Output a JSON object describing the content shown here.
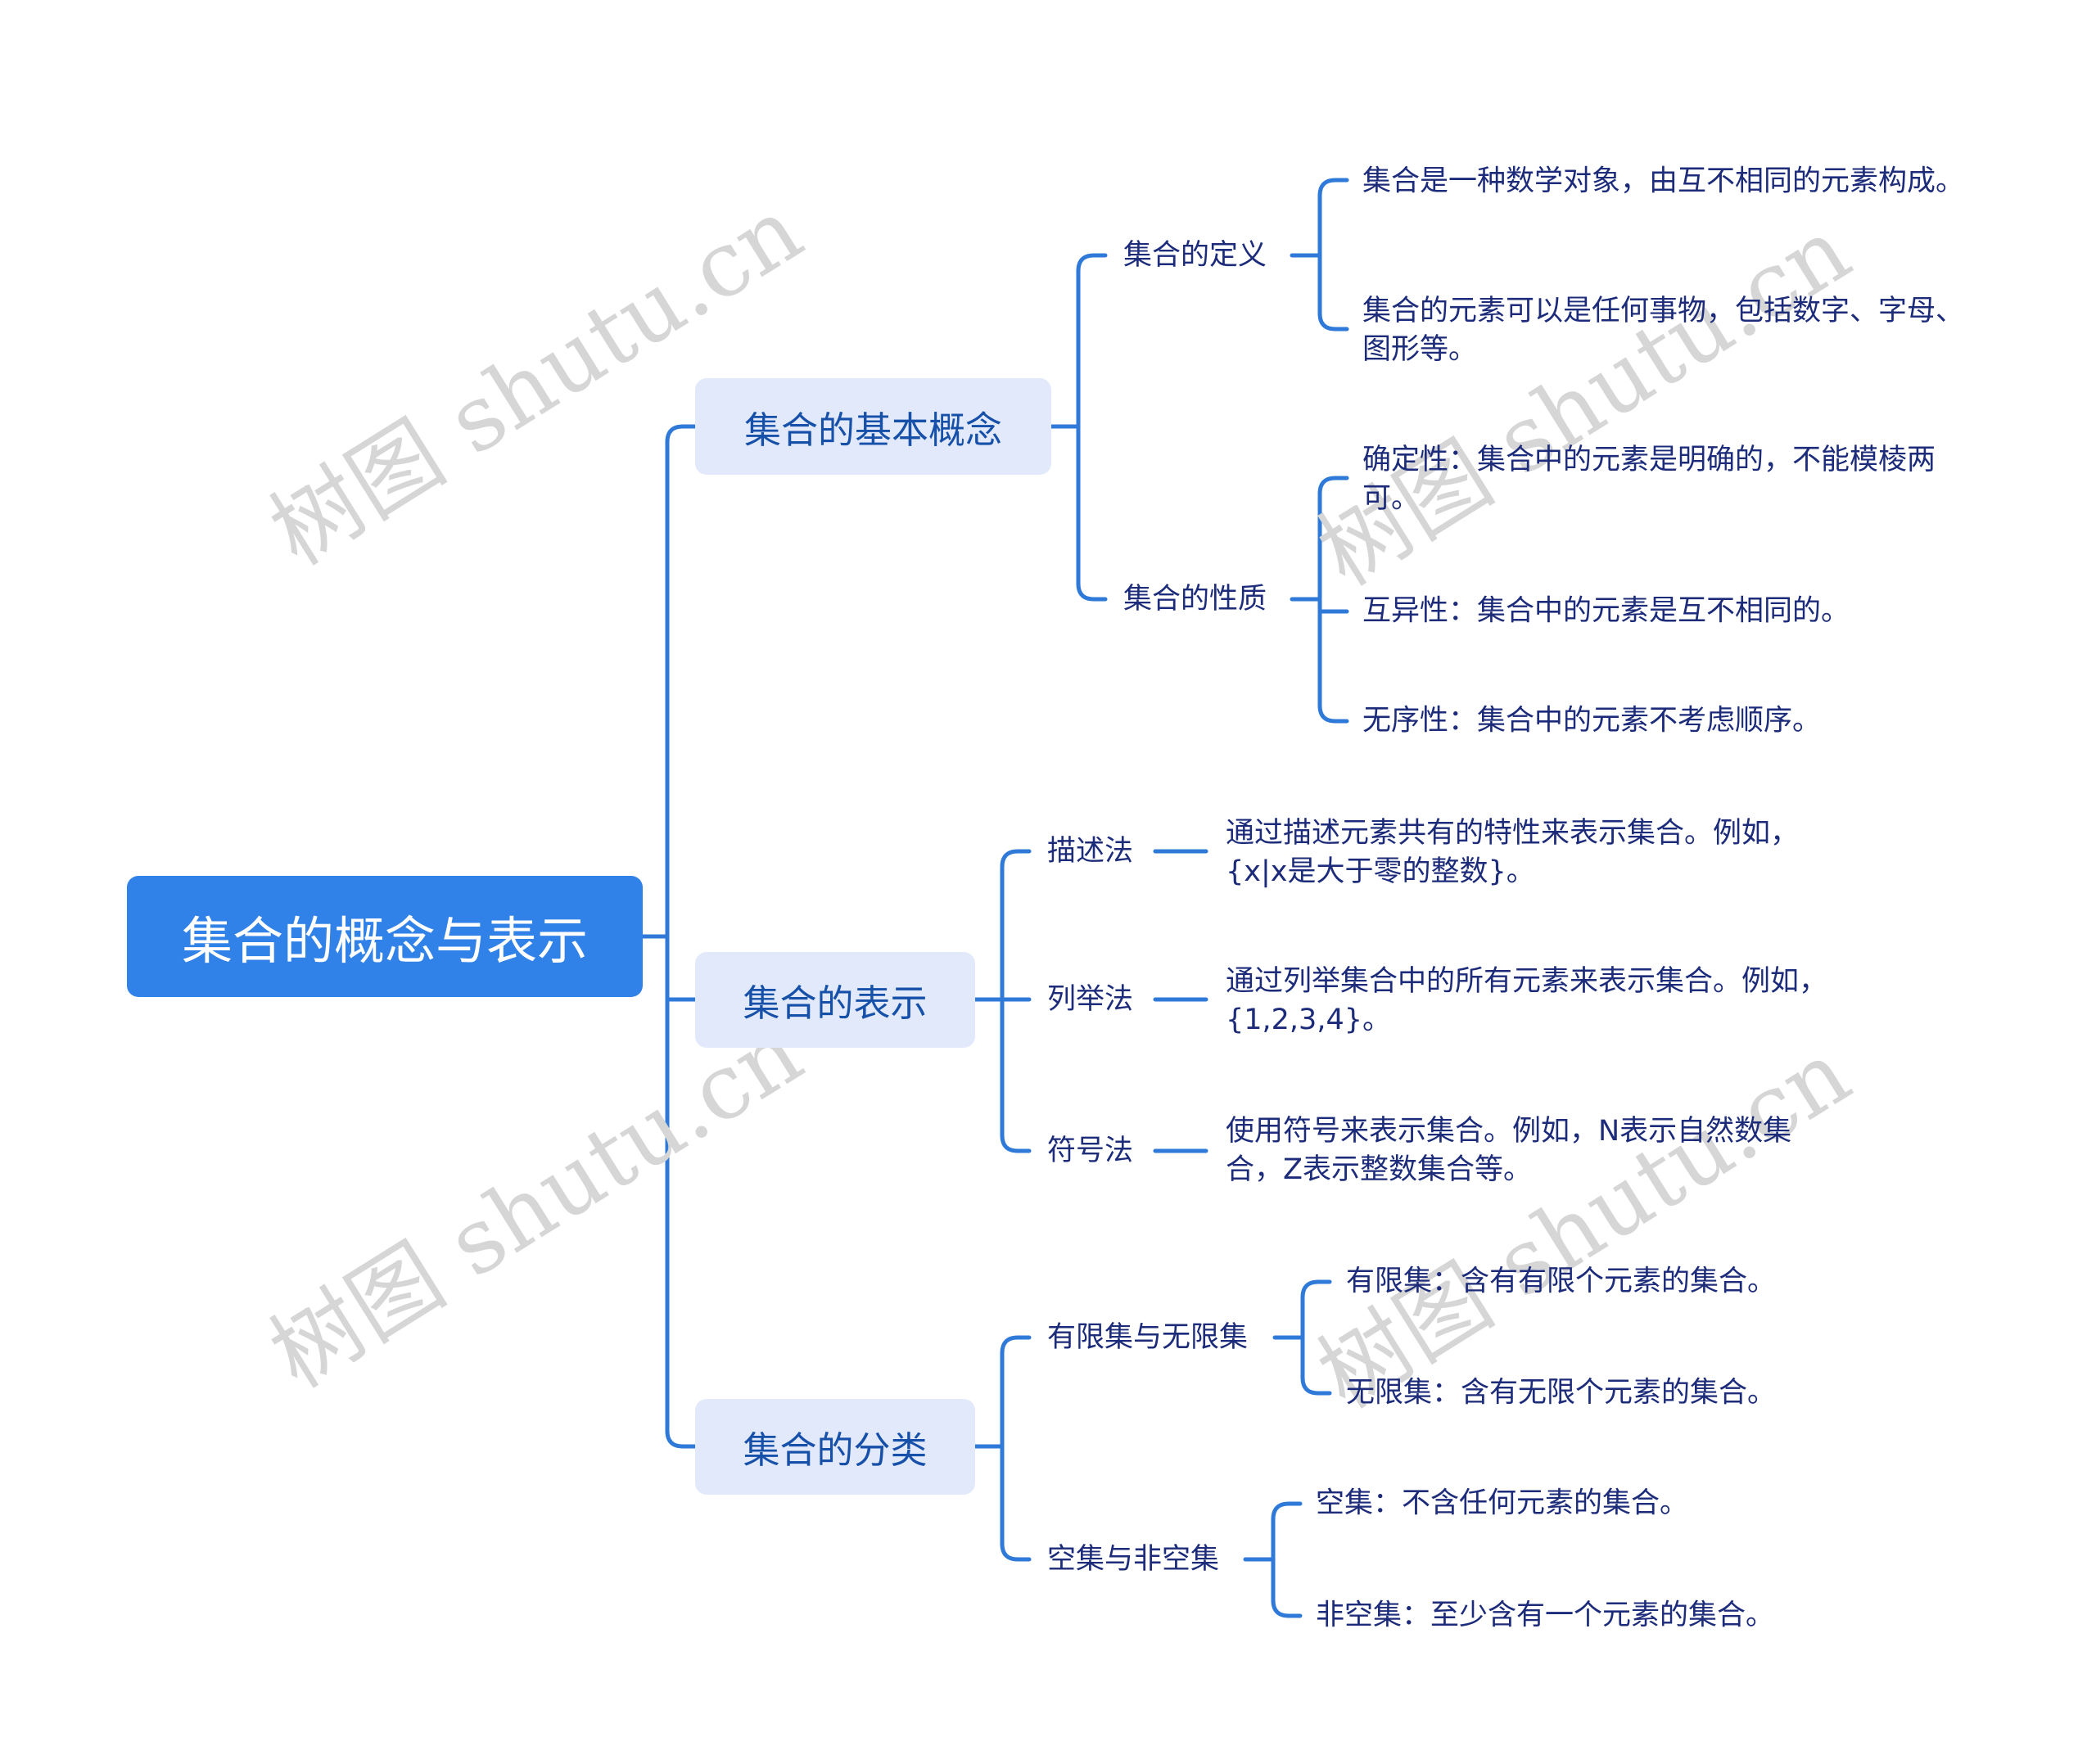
{
  "root": {
    "label": "集合的概念与表示"
  },
  "branches": [
    {
      "label": "集合的基本概念",
      "children": [
        {
          "label": "集合的定义",
          "children": [
            {
              "label": "集合是一种数学对象，由互不相同的元素构成。"
            },
            {
              "label": "集合的元素可以是任何事物，包括数字、字母、图形等。"
            }
          ]
        },
        {
          "label": "集合的性质",
          "children": [
            {
              "label": "确定性：集合中的元素是明确的，不能模棱两可。"
            },
            {
              "label": "互异性：集合中的元素是互不相同的。"
            },
            {
              "label": "无序性：集合中的元素不考虑顺序。"
            }
          ]
        }
      ]
    },
    {
      "label": "集合的表示",
      "children": [
        {
          "label": "描述法",
          "children": [
            {
              "label": "通过描述元素共有的特性来表示集合。例如，{x|x是大于零的整数}。"
            }
          ]
        },
        {
          "label": "列举法",
          "children": [
            {
              "label": "通过列举集合中的所有元素来表示集合。例如，{1,2,3,4}。"
            }
          ]
        },
        {
          "label": "符号法",
          "children": [
            {
              "label": "使用符号来表示集合。例如，N表示自然数集合，Z表示整数集合等。"
            }
          ]
        }
      ]
    },
    {
      "label": "集合的分类",
      "children": [
        {
          "label": "有限集与无限集",
          "children": [
            {
              "label": "有限集：含有有限个元素的集合。"
            },
            {
              "label": "无限集：含有无限个元素的集合。"
            }
          ]
        },
        {
          "label": "空集与非空集",
          "children": [
            {
              "label": "空集：不含任何元素的集合。"
            },
            {
              "label": "非空集：至少含有一个元素的集合。"
            }
          ]
        }
      ]
    }
  ],
  "watermark": {
    "text": "树图 shutu.cn"
  },
  "colors": {
    "root_bg": "#3182e8",
    "branch_bg": "#e1e9fb",
    "branch_text": "#1650a8",
    "text": "#1c2b7a",
    "line": "#2f7ad8",
    "watermark": "#d6d6d6"
  }
}
